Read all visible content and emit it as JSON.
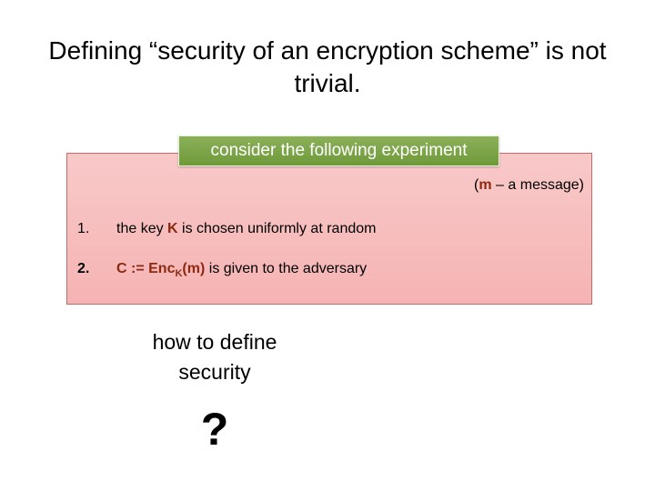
{
  "slide": {
    "title": "Defining “security of an encryption scheme” is not trivial.",
    "box_tab": "consider the following experiment",
    "note": {
      "open": "(",
      "var": "m",
      "rest": " – a message)"
    },
    "steps": [
      {
        "number": "1.",
        "text_before": "the key ",
        "var": "K",
        "text_after": " is chosen uniformly at random"
      },
      {
        "number": "2.",
        "prefix": "C := Enc",
        "subscript": "K",
        "arg": "(m)",
        "text_after": " is given to the adversary"
      }
    ],
    "question": "how to define security",
    "question_mark": "?"
  },
  "colors": {
    "box_fill": "#f6b3b3",
    "box_border": "#c96a6a",
    "tab_fill": "#79a146",
    "accent": "#8b2a10"
  }
}
